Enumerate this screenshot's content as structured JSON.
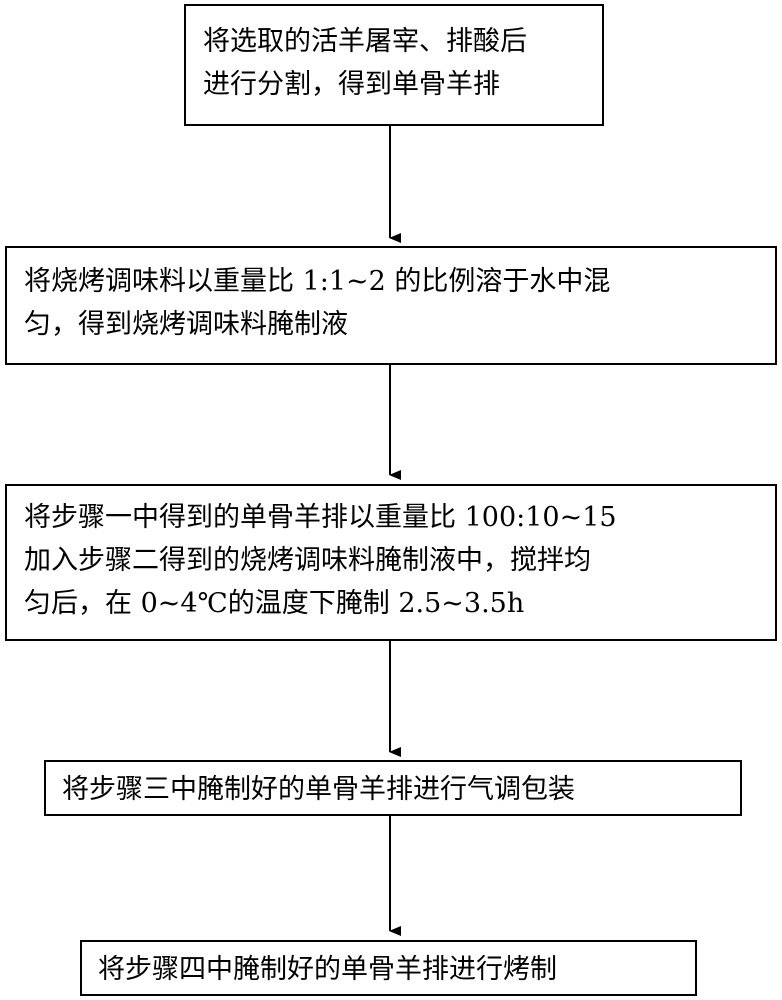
{
  "flowchart": {
    "steps": [
      {
        "lines": [
          "将选取的活羊屠宰、排酸后",
          "进行分割，得到单骨羊排"
        ]
      },
      {
        "lines": [
          "将烧烤调味料以重量比 1:1~2 的比例溶于水中混",
          "匀，得到烧烤调味料腌制液"
        ]
      },
      {
        "lines": [
          "将步骤一中得到的单骨羊排以重量比 100:10~15",
          "加入步骤二得到的烧烤调味料腌制液中，搅拌均",
          "匀后，在 0~4℃的温度下腌制 2.5~3.5h"
        ]
      },
      {
        "lines": [
          "将步骤三中腌制好的单骨羊排进行气调包装"
        ]
      },
      {
        "lines": [
          "将步骤四中腌制好的单骨羊排进行烤制"
        ]
      }
    ],
    "colors": {
      "stroke": "#000000",
      "background": "#ffffff"
    }
  }
}
